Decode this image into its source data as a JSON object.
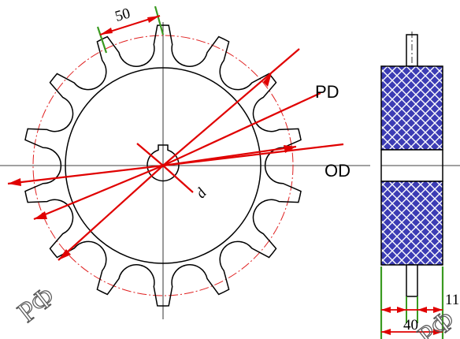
{
  "dimensions": {
    "tooth_pitch": "50",
    "hub_width": "40",
    "tooth_width": "11"
  },
  "labels": {
    "pitch_diameter": "PD",
    "outer_diameter": "OD",
    "bore": "d"
  },
  "watermark": {
    "left": "РФ",
    "right": "РФ"
  },
  "sprocket": {
    "teeth": 14
  },
  "colors": {
    "outline": "#000000",
    "dimension_red": "#e00000",
    "extension_green": "#3a9a20",
    "pitch_circle": "#e02020",
    "hub_fill": "#3c3cb4",
    "hatch": "#ffffff"
  }
}
